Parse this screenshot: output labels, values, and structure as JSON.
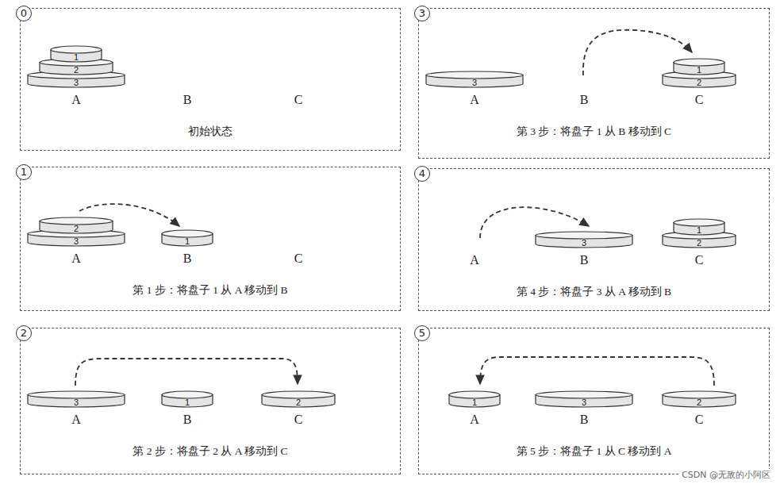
{
  "diagram": {
    "nodes": [
      {
        "text": [
          "0",
          "A",
          "B",
          "C",
          "初始状态"
        ]
      },
      {
        "text": [
          "1"
        ],
        "in": 0
      },
      {
        "text": [
          "2"
        ],
        "in": 0
      },
      {
        "text": [
          "3"
        ],
        "in": 0
      },
      {
        "text": [
          "1",
          "A",
          "B",
          "C",
          "第 1 步：将盘子 1 从 A 移动到 B"
        ]
      },
      {
        "text": [
          "2"
        ],
        "in": 4
      },
      {
        "text": [
          "3"
        ],
        "in": 4
      },
      {
        "text": [
          "1"
        ],
        "in": 4
      },
      {
        "text": [
          "2",
          "A",
          "B",
          "C",
          "第 2 步：将盘子 2 从 A 移动到 C"
        ]
      },
      {
        "text": [
          "3"
        ],
        "in": 8
      },
      {
        "text": [
          "1"
        ],
        "in": 8
      },
      {
        "text": [
          "2"
        ],
        "in": 8
      },
      {
        "text": [
          "3",
          "A",
          "B",
          "C",
          "第 3 步：将盘子 1 从 B 移动到 C"
        ]
      },
      {
        "text": [
          "3"
        ],
        "in": 12
      },
      {
        "text": [
          "1"
        ],
        "in": 12
      },
      {
        "text": [
          "2"
        ],
        "in": 12
      },
      {
        "text": [
          "4",
          "A",
          "B",
          "C",
          "第 4 步：将盘子 3 从 A 移动到 B"
        ]
      },
      {
        "text": [
          "3"
        ],
        "in": 16
      },
      {
        "text": [
          "1"
        ],
        "in": 16
      },
      {
        "text": [
          "2"
        ],
        "in": 16
      },
      {
        "text": [
          "5",
          "A",
          "B",
          "C",
          "第 5 步：将盘子 1 从 C 移动到 A"
        ]
      },
      {
        "text": [
          "1"
        ],
        "in": 20
      },
      {
        "text": [
          "3"
        ],
        "in": 20
      },
      {
        "text": [
          "2"
        ],
        "in": 20
      }
    ],
    "labels": [
      "CSDN @无敌的小阿区"
    ]
  }
}
